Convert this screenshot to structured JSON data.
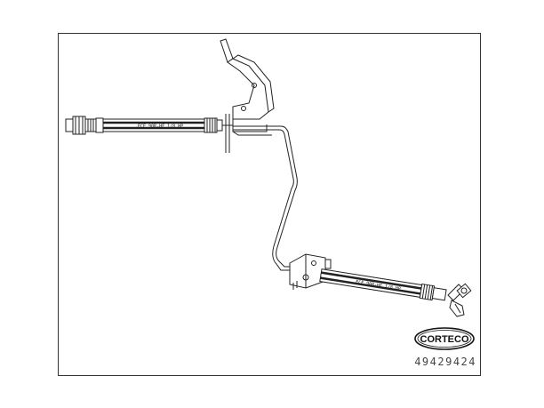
{
  "drawing": {
    "hose_marking_upper": "ECE 90R-HF 1/8 HP",
    "hose_marking_lower": "ECE 90R-HF 1/8 HP"
  },
  "logo": {
    "text": "CORTECO"
  },
  "part_number": "49429424"
}
